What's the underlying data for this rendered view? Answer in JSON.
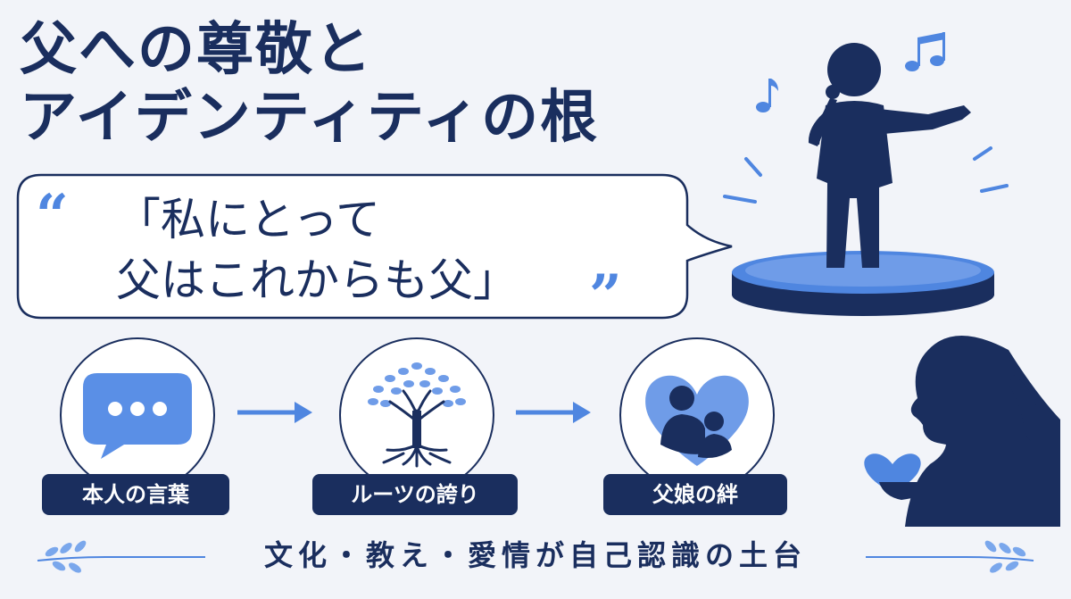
{
  "title": {
    "line1": "父への尊敬と",
    "line2": "アイデンティティの根"
  },
  "quote": {
    "open_mark": "“",
    "close_mark": "”",
    "line1": "「私にとって",
    "line2": "父はこれからも父」"
  },
  "steps": [
    {
      "label": "本人の言葉",
      "icon": "speech-bubble-icon"
    },
    {
      "label": "ルーツの誇り",
      "icon": "tree-roots-icon"
    },
    {
      "label": "父娘の絆",
      "icon": "heart-parent-child-icon"
    }
  ],
  "footer": {
    "text": "文化・教え・愛情が自己認識の土台"
  },
  "colors": {
    "navy": "#1a2e5e",
    "accent_blue": "#4f86e0",
    "light_blue": "#7aa7ec",
    "background": "#f2f4f9"
  },
  "illustrations": [
    "singer-on-stage-icon",
    "music-note-icon",
    "girl-silhouette-icon",
    "small-heart-icon",
    "laurel-branch-icon"
  ]
}
